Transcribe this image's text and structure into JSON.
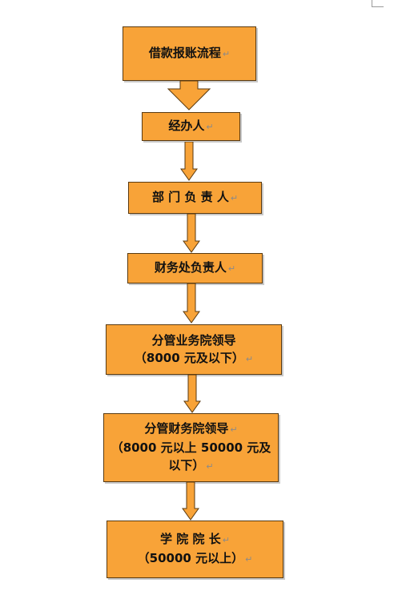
{
  "flowchart": {
    "title": "借款报账流程",
    "mark": "↵",
    "steps": [
      {
        "lines": [
          "经办人"
        ]
      },
      {
        "lines": [
          "部 门 负 责 人"
        ]
      },
      {
        "lines": [
          "财务处负责人"
        ]
      },
      {
        "lines": [
          "分管业务院领导",
          "（8000 元及以下）"
        ]
      },
      {
        "lines": [
          "分管财务院领导",
          "（8000 元以上 50000 元及",
          "以下）"
        ]
      },
      {
        "lines": [
          "学 院 院 长",
          "（50000 元以上）"
        ]
      }
    ]
  }
}
